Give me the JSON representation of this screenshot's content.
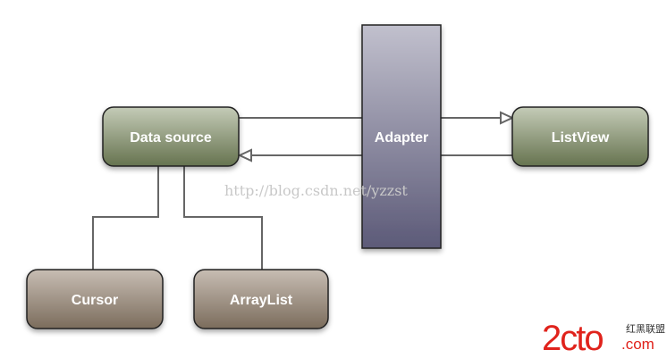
{
  "nodes": {
    "data_source": "Data source",
    "adapter": "Adapter",
    "listview": "ListView",
    "cursor": "Cursor",
    "arraylist": "ArrayList"
  },
  "watermark": "http://blog.csdn.net/yzzst",
  "logo": {
    "main": "2cto",
    "suffix": ".com",
    "tagline": "红黑联盟"
  },
  "colors": {
    "green_box": "#6f7c5e",
    "brown_box": "#7f7061",
    "adapter": "#6b6988",
    "logo_red": "#e0231c"
  }
}
